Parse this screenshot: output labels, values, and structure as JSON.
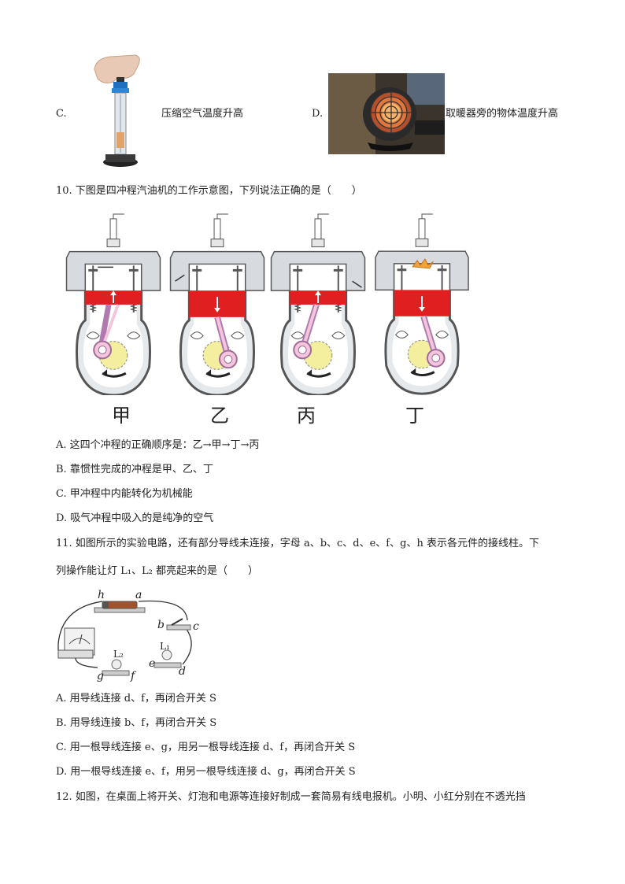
{
  "q9": {
    "c_label": "C.",
    "c_text": "压缩空气温度升高",
    "d_label": "D.",
    "d_text": "取暖器旁的物体温度升高"
  },
  "q10": {
    "stem": "10. 下图是四冲程汽油机的工作示意图，下列说法正确的是（　　）",
    "stroke_names": [
      "甲",
      "乙",
      "丙",
      "丁"
    ],
    "options": [
      "A. 这四个冲程的正确顺序是：乙→甲→丁→丙",
      "B. 靠惯性完成的冲程是甲、乙、丁",
      "C. 甲冲程中内能转化为机械能",
      "D. 吸气冲程中吸入的是纯净的空气"
    ]
  },
  "q11": {
    "stem_line1": "11. 如图所示的实验电路，还有部分导线未连接，字母 a、b、c、d、e、f、g、h 表示各元件的接线柱。下",
    "stem_line2": "列操作能让灯 L₁、L₂ 都亮起来的是（　　）",
    "terminals": [
      "h",
      "a",
      "b",
      "c",
      "e",
      "d",
      "g",
      "f"
    ],
    "lamp_labels": [
      "L₂",
      "L₁"
    ],
    "options": [
      "A. 用导线连接 d、f，再闭合开关 S",
      "B. 用导线连接 b、f，再闭合开关 S",
      "C. 用一根导线连接 e、g，用另一根导线连接 d、f，再闭合开关 S",
      "D. 用一根导线连接 e、f，用另一根导线连接 d、g，再闭合开关 S"
    ]
  },
  "q12": {
    "stem": "12. 如图，在桌面上将开关、灯泡和电源等连接好制成一套简易有线电报机。小明、小红分别在不透光挡"
  }
}
